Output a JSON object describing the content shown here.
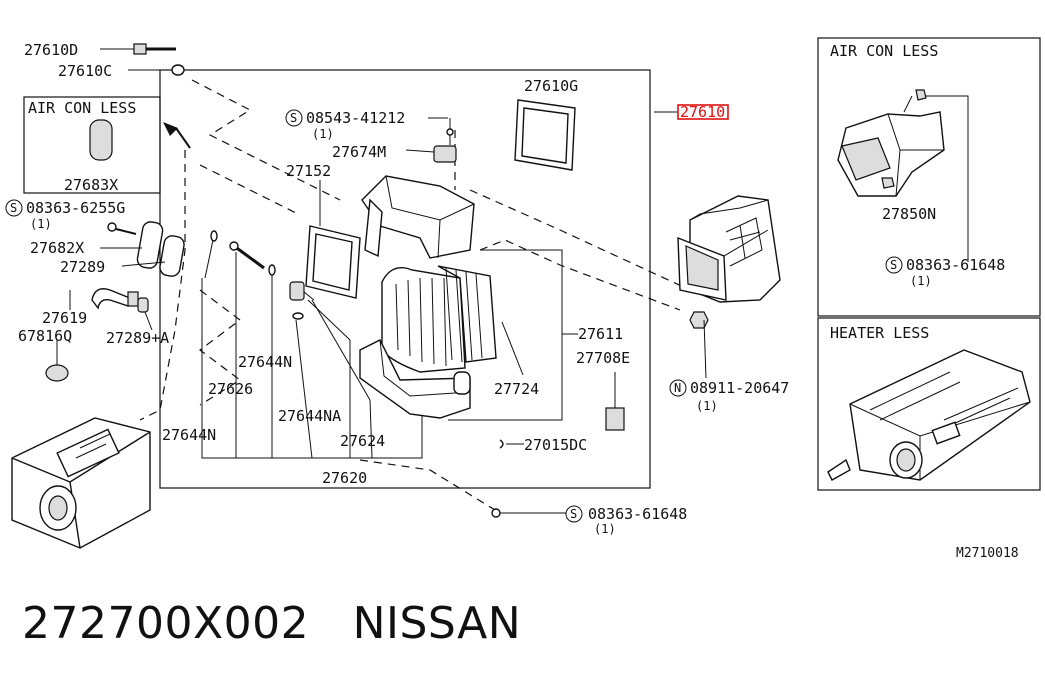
{
  "diagram": {
    "code": "M2710018",
    "inset_air_con_less_left": {
      "title": "AIR CON LESS",
      "part": "27683X"
    },
    "inset_air_con_less_right": {
      "title": "AIR CON LESS",
      "parts": [
        "27850N",
        "08363-61648",
        "(1)"
      ]
    },
    "inset_heater_less": {
      "title": "HEATER LESS"
    },
    "highlighted_part": "27610",
    "labels": {
      "p27610D": "27610D",
      "p27610C": "27610C",
      "p27610G": "27610G",
      "s08543": "08543-41212",
      "s08543_qty": "(1)",
      "p27674M": "27674M",
      "p27152": "27152",
      "s08363a": "08363-6255G",
      "s08363a_qty": "(1)",
      "p27682X": "27682X",
      "p27289": "27289",
      "p27619": "27619",
      "p67816Q": "67816Q",
      "p27289A": "27289+A",
      "p27644N_a": "27644N",
      "p27626": "27626",
      "p27644NA": "27644NA",
      "p27644N_b": "27644N",
      "p27624": "27624",
      "p27620": "27620",
      "p27611": "27611",
      "p27724": "27724",
      "p27708E": "27708E",
      "p27015DC": "27015DC",
      "n08911": "08911-20647",
      "n08911_qty": "(1)",
      "s08363b": "08363-61648",
      "s08363b_qty": "(1)"
    }
  },
  "footer": {
    "part_number": "272700X002",
    "brand": "NISSAN"
  }
}
